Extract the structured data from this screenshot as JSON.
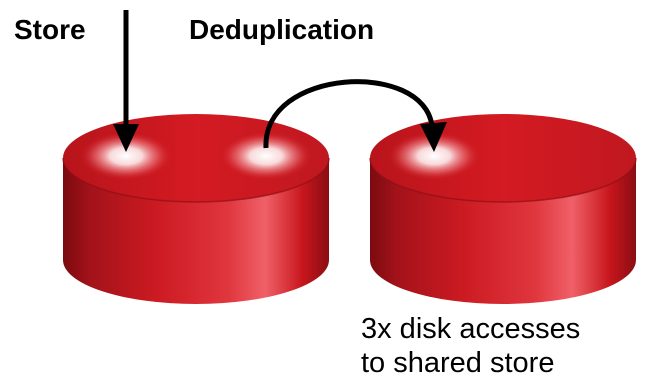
{
  "labels": {
    "store": "Store",
    "deduplication": "Deduplication"
  },
  "caption": {
    "line1": "3x disk accesses",
    "line2": "to shared store"
  },
  "colors": {
    "disk_dark": "#7a0b10",
    "disk_body": "#c8161d",
    "disk_light": "#f06068",
    "disk_top": "#d31820",
    "highlight": "#ffffff",
    "arrow": "#000000",
    "text": "#000000",
    "background": "#ffffff"
  },
  "icons": {
    "store_arrow": "arrow-down-icon",
    "dedup_arrow": "curved-arrow-icon",
    "disks": [
      "disk-cylinder-icon",
      "disk-cylinder-icon"
    ]
  }
}
